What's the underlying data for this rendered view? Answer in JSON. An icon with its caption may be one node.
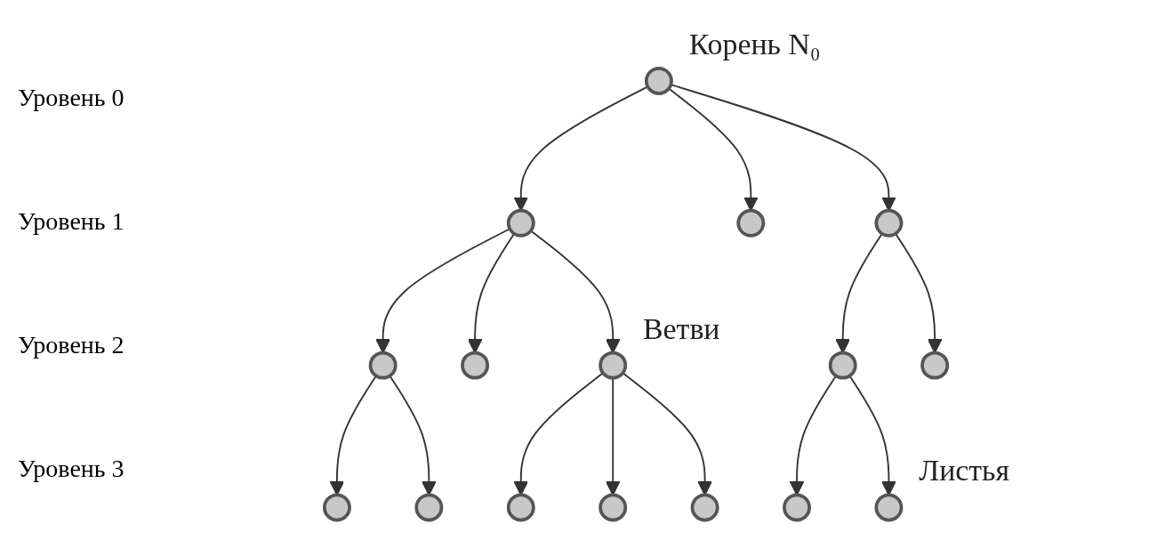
{
  "diagram": {
    "nodes": [
      {
        "text": [],
        "shape": "circle",
        "beside": [
          "Корень",
          "N₀"
        ]
      },
      {
        "text": [],
        "shape": "circle"
      },
      {
        "text": [],
        "shape": "circle"
      },
      {
        "text": [],
        "shape": "circle"
      },
      {
        "text": [],
        "shape": "circle"
      },
      {
        "text": [],
        "shape": "circle"
      },
      {
        "text": [],
        "shape": "circle",
        "beside": [
          "Ветви"
        ]
      },
      {
        "text": [],
        "shape": "circle"
      },
      {
        "text": [],
        "shape": "circle"
      },
      {
        "text": [],
        "shape": "circle"
      },
      {
        "text": [],
        "shape": "circle"
      },
      {
        "text": [],
        "shape": "circle"
      },
      {
        "text": [],
        "shape": "circle"
      },
      {
        "text": [],
        "shape": "circle"
      },
      {
        "text": [],
        "shape": "circle"
      },
      {
        "text": [],
        "shape": "circle",
        "beside": [
          "Листья"
        ]
      }
    ],
    "edges": [
      {
        "from": 0,
        "to": 1,
        "arrow": "to"
      },
      {
        "from": 0,
        "to": 2,
        "arrow": "to"
      },
      {
        "from": 0,
        "to": 3,
        "arrow": "to"
      },
      {
        "from": 1,
        "to": 4,
        "arrow": "to"
      },
      {
        "from": 1,
        "to": 5,
        "arrow": "to"
      },
      {
        "from": 1,
        "to": 6,
        "arrow": "to"
      },
      {
        "from": 3,
        "to": 7,
        "arrow": "to"
      },
      {
        "from": 3,
        "to": 8,
        "arrow": "to"
      },
      {
        "from": 4,
        "to": 9,
        "arrow": "to"
      },
      {
        "from": 4,
        "to": 10,
        "arrow": "to"
      },
      {
        "from": 6,
        "to": 11,
        "arrow": "to"
      },
      {
        "from": 6,
        "to": 12,
        "arrow": "to"
      },
      {
        "from": 6,
        "to": 13,
        "arrow": "to"
      },
      {
        "from": 7,
        "to": 14,
        "arrow": "to"
      },
      {
        "from": 7,
        "to": 15,
        "arrow": "to"
      }
    ],
    "labels": [
      "Уровень 0",
      "Уровень 1",
      "Уровень 2",
      "Уровень 3"
    ]
  }
}
